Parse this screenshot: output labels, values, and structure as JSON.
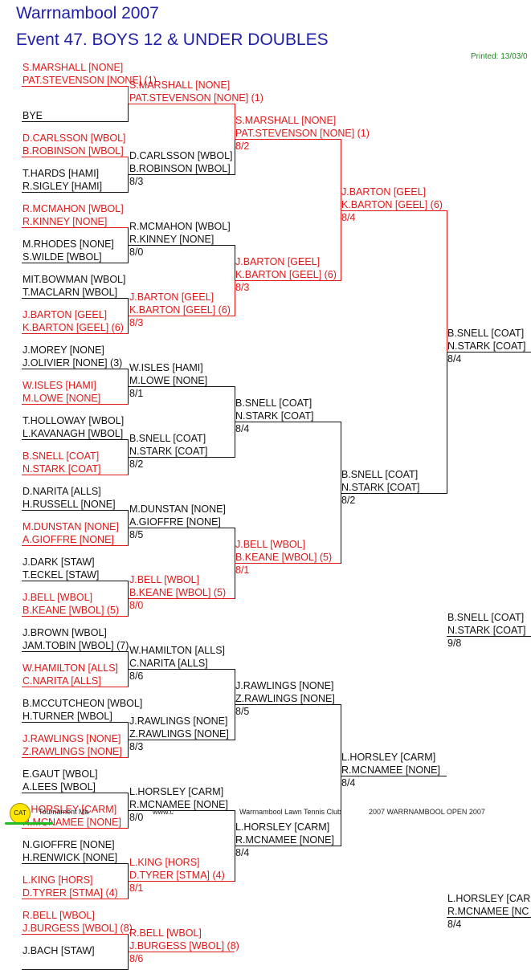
{
  "header": {
    "title": "Warrnambool 2007",
    "event": "Event 47. BOYS 12 & UNDER DOUBLES",
    "printed": "Printed: 13/03/0"
  },
  "footer": {
    "left": "Tournament Ma",
    "url": "www.c",
    "club": "Warrnambool Lawn Tennis Club",
    "open": "2007 WARRNAMBOOL OPEN 2007",
    "badge": "CAT"
  },
  "colors": {
    "winner": "#e01818",
    "text": "#111111",
    "title": "#1f1fa8",
    "printed": "#1a8c1a"
  },
  "bracket": {
    "round1": [
      {
        "p1": "S.MARSHALL [NONE]",
        "p2": "PAT.STEVENSON [NONE] (1)",
        "win": true
      },
      {
        "p1": "",
        "p2": "BYE",
        "win": false
      },
      {
        "p1": "D.CARLSSON [WBOL]",
        "p2": "B.ROBINSON [WBOL]",
        "win": true
      },
      {
        "p1": "T.HARDS [HAMI]",
        "p2": "R.SIGLEY [HAMI]",
        "win": false
      },
      {
        "p1": "R.MCMAHON [WBOL]",
        "p2": "R.KINNEY [NONE]",
        "win": true
      },
      {
        "p1": "M.RHODES [NONE]",
        "p2": "S.WILDE [WBOL]",
        "win": false
      },
      {
        "p1": "MIT.BOWMAN [WBOL]",
        "p2": "T.MACLARN [WBOL]",
        "win": false
      },
      {
        "p1": "J.BARTON [GEEL]",
        "p2": "K.BARTON [GEEL] (6)",
        "win": true
      },
      {
        "p1": "J.MOREY [NONE]",
        "p2": "J.OLIVIER [NONE] (3)",
        "win": false
      },
      {
        "p1": "W.ISLES [HAMI]",
        "p2": "M.LOWE [NONE]",
        "win": true
      },
      {
        "p1": "T.HOLLOWAY [WBOL]",
        "p2": "L.KAVANAGH [WBOL]",
        "win": false
      },
      {
        "p1": "B.SNELL [COAT]",
        "p2": "N.STARK [COAT]",
        "win": true
      },
      {
        "p1": "D.NARITA [ALLS]",
        "p2": "H.RUSSELL [NONE]",
        "win": false
      },
      {
        "p1": "M.DUNSTAN [NONE]",
        "p2": "A.GIOFFRE [NONE]",
        "win": true
      },
      {
        "p1": "J.DARK [STAW]",
        "p2": "T.ECKEL [STAW]",
        "win": false
      },
      {
        "p1": "J.BELL [WBOL]",
        "p2": "B.KEANE [WBOL] (5)",
        "win": true
      },
      {
        "p1": "J.BROWN [WBOL]",
        "p2": "JAM.TOBIN [WBOL] (7)",
        "win": false
      },
      {
        "p1": "W.HAMILTON [ALLS]",
        "p2": "C.NARITA [ALLS]",
        "win": true
      },
      {
        "p1": "B.MCCUTCHEON [WBOL]",
        "p2": "H.TURNER [WBOL]",
        "win": false
      },
      {
        "p1": "J.RAWLINGS [NONE]",
        "p2": "Z.RAWLINGS [NONE]",
        "win": true
      },
      {
        "p1": "E.GAUT [WBOL]",
        "p2": "A.LEES [WBOL]",
        "win": false
      },
      {
        "p1": "L.HORSLEY [CARM]",
        "p2": "R.MCNAMEE [NONE]",
        "win": true
      },
      {
        "p1": "N.GIOFFRE [NONE]",
        "p2": "H.RENWICK [NONE]",
        "win": false
      },
      {
        "p1": "L.KING [HORS]",
        "p2": "D.TYRER [STMA] (4)",
        "win": true
      },
      {
        "p1": "R.BELL [WBOL]",
        "p2": "J.BURGESS [WBOL] (8)",
        "win": true
      },
      {
        "p1": "J.BACH [STAW]",
        "p2": "",
        "win": false
      }
    ],
    "round2": [
      {
        "p1": "S.MARSHALL [NONE]",
        "p2": "PAT.STEVENSON [NONE] (1)",
        "score": "",
        "win": true
      },
      {
        "p1": "D.CARLSSON [WBOL]",
        "p2": "B.ROBINSON [WBOL]",
        "score": "8/3",
        "win": false
      },
      {
        "p1": "R.MCMAHON [WBOL]",
        "p2": "R.KINNEY [NONE]",
        "score": "8/0",
        "win": false
      },
      {
        "p1": "J.BARTON [GEEL]",
        "p2": "K.BARTON [GEEL] (6)",
        "score": "8/3",
        "win": true
      },
      {
        "p1": "W.ISLES [HAMI]",
        "p2": "M.LOWE [NONE]",
        "score": "8/1",
        "win": false
      },
      {
        "p1": "B.SNELL [COAT]",
        "p2": "N.STARK [COAT]",
        "score": "8/2",
        "win": false
      },
      {
        "p1": "M.DUNSTAN [NONE]",
        "p2": "A.GIOFFRE [NONE]",
        "score": "8/5",
        "win": false
      },
      {
        "p1": "J.BELL [WBOL]",
        "p2": "B.KEANE [WBOL] (5)",
        "score": "8/0",
        "win": true
      },
      {
        "p1": "W.HAMILTON [ALLS]",
        "p2": "C.NARITA [ALLS]",
        "score": "8/6",
        "win": false
      },
      {
        "p1": "J.RAWLINGS [NONE]",
        "p2": "Z.RAWLINGS [NONE]",
        "score": "8/3",
        "win": false
      },
      {
        "p1": "L.HORSLEY [CARM]",
        "p2": "R.MCNAMEE [NONE]",
        "score": "8/0",
        "win": false
      },
      {
        "p1": "L.KING [HORS]",
        "p2": "D.TYRER [STMA] (4)",
        "score": "8/1",
        "win": true
      },
      {
        "p1": "R.BELL [WBOL]",
        "p2": "J.BURGESS [WBOL] (8)",
        "score": "8/6",
        "win": true
      }
    ],
    "round3": [
      {
        "p1": "S.MARSHALL [NONE]",
        "p2": "PAT.STEVENSON [NONE] (1)",
        "score": "8/2",
        "win": true
      },
      {
        "p1": "J.BARTON [GEEL]",
        "p2": "K.BARTON [GEEL] (6)",
        "score": "8/3",
        "win": true
      },
      {
        "p1": "B.SNELL [COAT]",
        "p2": "N.STARK [COAT]",
        "score": "8/4",
        "win": false
      },
      {
        "p1": "J.BELL [WBOL]",
        "p2": "B.KEANE [WBOL] (5)",
        "score": "8/1",
        "win": true
      },
      {
        "p1": "J.RAWLINGS [NONE]",
        "p2": "Z.RAWLINGS [NONE]",
        "score": "8/5",
        "win": false
      },
      {
        "p1": "L.HORSLEY [CARM]",
        "p2": "R.MCNAMEE [NONE]",
        "score": "8/4",
        "win": false
      }
    ],
    "round4": [
      {
        "p1": "J.BARTON [GEEL]",
        "p2": "K.BARTON [GEEL] (6)",
        "score": "8/4",
        "win": true
      },
      {
        "p1": "B.SNELL [COAT]",
        "p2": "N.STARK [COAT]",
        "score": "8/2",
        "win": false
      },
      {
        "p1": "L.HORSLEY [CARM]",
        "p2": "R.MCNAMEE [NONE]",
        "score": "8/4",
        "win": false
      }
    ],
    "round5": [
      {
        "p1": "B.SNELL [COAT]",
        "p2": "N.STARK [COAT]",
        "score": "8/4",
        "win": false
      },
      {
        "p1": "L.HORSLEY [CAR",
        "p2": "R.MCNAMEE [NC",
        "score": "8/4",
        "win": false
      }
    ],
    "final": {
      "p1": "B.SNELL [COAT]",
      "p2": "N.STARK [COAT]",
      "score": "9/8",
      "win": false
    }
  }
}
